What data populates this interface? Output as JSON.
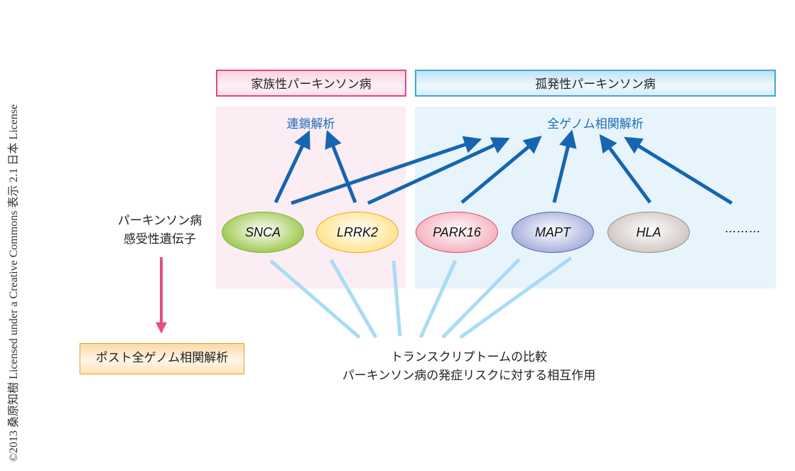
{
  "credit": "©2013 桑原知樹 Licensed under a Creative Commons 表示 2.1 日本 License",
  "headers": {
    "familial": "家族性パーキンソン病",
    "sporadic": "孤発性パーキンソン病"
  },
  "methods": {
    "linkage": "連鎖解析",
    "gwas": "全ゲノム相関解析"
  },
  "susceptibility_label": [
    "パーキンソン病",
    "感受性遺伝子"
  ],
  "genes": [
    {
      "id": "snca",
      "label": "SNCA",
      "color": "#9cc84f",
      "border": "#7db534"
    },
    {
      "id": "lrrk2",
      "label": "LRRK2",
      "color": "#fde48a",
      "border": "#f0a820"
    },
    {
      "id": "park16",
      "label": "PARK16",
      "color": "#f4b0bd",
      "border": "#e0486a"
    },
    {
      "id": "mapt",
      "label": "MAPT",
      "color": "#a3addb",
      "border": "#5066b5"
    },
    {
      "id": "hla",
      "label": "HLA",
      "color": "#cfc6c1",
      "border": "#9b8c82"
    }
  ],
  "ellipsis": "………",
  "post_gwas": "ポスト全ゲノム相関解析",
  "bottom_text": [
    "トランスクリプトームの比較",
    "パーキンソン病の発症リスクに対する相互作用"
  ],
  "colors": {
    "arrow_blue": "#1565b0",
    "line_light_blue": "#a8dcf5",
    "arrow_pink": "#e5507a"
  }
}
